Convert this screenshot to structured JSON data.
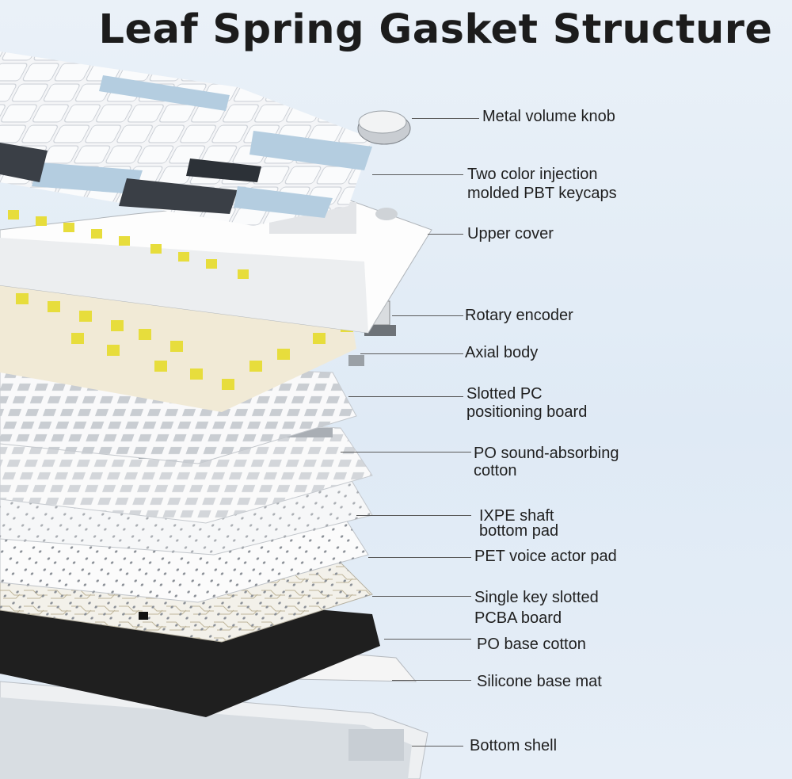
{
  "title": "Leaf Spring Gasket Structure",
  "labels": {
    "metal_volume_knob": "Metal volume knob",
    "keycaps_line1": "Two color injection",
    "keycaps_line2": "molded PBT keycaps",
    "upper_cover": "Upper cover",
    "rotary_encoder": "Rotary encoder",
    "axial_body": "Axial body",
    "pc_board_line1": "Slotted PC",
    "pc_board_line2": "positioning board",
    "po_cotton_line1": "PO sound-absorbing",
    "po_cotton_line2": "cotton",
    "ixpe_line1": "IXPE shaft",
    "ixpe_line2": "bottom pad",
    "pet_pad": "PET voice actor pad",
    "pcba_line1": "Single key slotted",
    "pcba_line2": "PCBA board",
    "po_base_cotton": "PO base cotton",
    "silicone_mat": "Silicone base mat",
    "bottom_shell": "Bottom shell"
  },
  "colors": {
    "background": "#e3edf7",
    "keycap_white": "#f4f5f7",
    "keycap_blue": "#b4cde0",
    "keycap_dark": "#3a3f46",
    "switch_yellow": "#e6dc3a",
    "switch_cream": "#efe6cc",
    "plate_white": "#f7f7f7",
    "base_black": "#1e1e1e"
  }
}
